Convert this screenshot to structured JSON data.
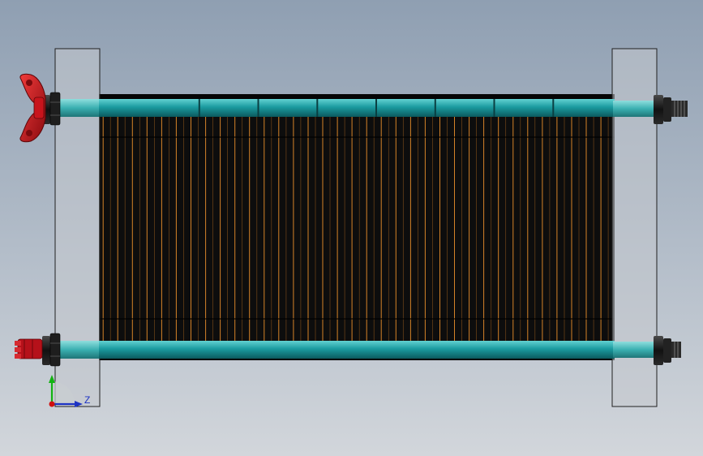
{
  "viewport": {
    "background_top": "#8f9fb2",
    "background_bottom": "#d2d6db"
  },
  "model": {
    "plate_count": 70,
    "tie_rod_segments": 8,
    "colors": {
      "plate_dark": "#0d0d0d",
      "plate_stripe": "#e08a2a",
      "end_plate": "#b8bcc4",
      "tie_rod": "#1b9ba0",
      "wing_nut": "#d0101a",
      "hex_nut": "#1a1a1a"
    }
  },
  "triad": {
    "axis_z_label": "Z",
    "colors": {
      "y_axis": "#12b312",
      "z_axis": "#1d33c4",
      "origin": "#d01010"
    }
  }
}
